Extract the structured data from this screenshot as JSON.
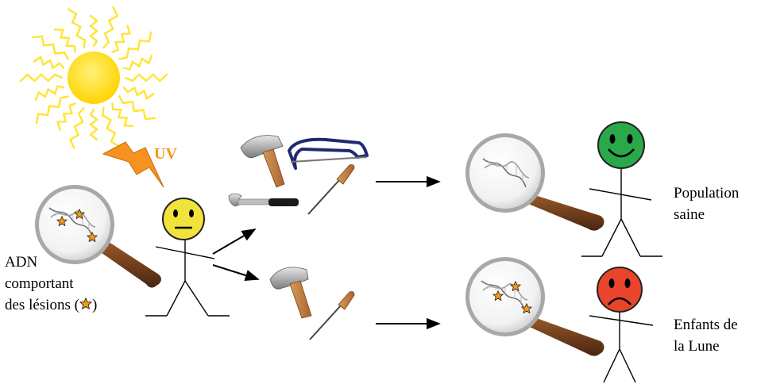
{
  "labels": {
    "uv": "UV",
    "adn_line1": "ADN",
    "adn_line2": "comportant",
    "adn_line3_prefix": "des lésions (",
    "adn_line3_suffix": ")",
    "healthy_line1": "Population",
    "healthy_line2": "saine",
    "patients_line1": "Enfants de",
    "patients_line2": "la Lune"
  },
  "colors": {
    "sun": "#ffd91a",
    "sun_rays": "#ffe433",
    "lightning": "#f6931f",
    "uv_text": "#f39a1e",
    "lesion_star": "#f39a1e",
    "neutral_face": "#f2e23c",
    "happy_face": "#2aa84a",
    "sad_face": "#e8452c",
    "magnifier_handle": "#6b3a1c"
  },
  "icons": [
    "sun-icon",
    "lightning-icon",
    "magnifier-icon",
    "dna-icon",
    "lesion-star-icon",
    "neutral-face-icon",
    "happy-face-icon",
    "sad-face-icon",
    "hammer-icon",
    "saw-icon",
    "wrench-icon",
    "screwdriver-icon",
    "arrow-icon"
  ]
}
